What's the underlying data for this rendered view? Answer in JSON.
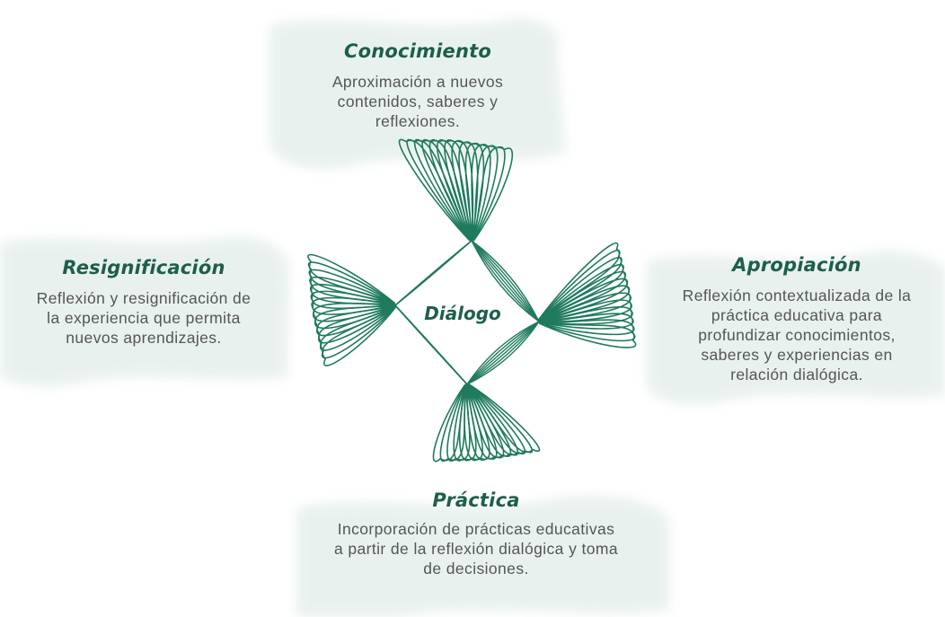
{
  "colors": {
    "accent": "#1d5e4c",
    "spiral": "#1f7a5e",
    "wash": "#e6efec",
    "text": "#555555"
  },
  "center": {
    "label": "Diálogo"
  },
  "sections": {
    "conocimiento": {
      "title": "Conocimiento",
      "lines": [
        "Aproximación a nuevos",
        "contenidos, saberes y",
        "reflexiones."
      ]
    },
    "resignificacion": {
      "title": "Resignificación",
      "lines": [
        "Reflexión y resignificación de",
        "la experiencia que permita",
        "nuevos aprendizajes."
      ]
    },
    "apropiacion": {
      "title": "Apropiación",
      "lines": [
        "Reflexión contextualizada de la",
        "práctica educativa para",
        "profundizar conocimientos,",
        "saberes y experiencias en",
        "relación dialógica."
      ]
    },
    "practica": {
      "title": "Práctica",
      "lines": [
        "Incorporación de prácticas educativas",
        "a partir de la reflexión dialógica y toma",
        "de decisiones."
      ]
    }
  }
}
